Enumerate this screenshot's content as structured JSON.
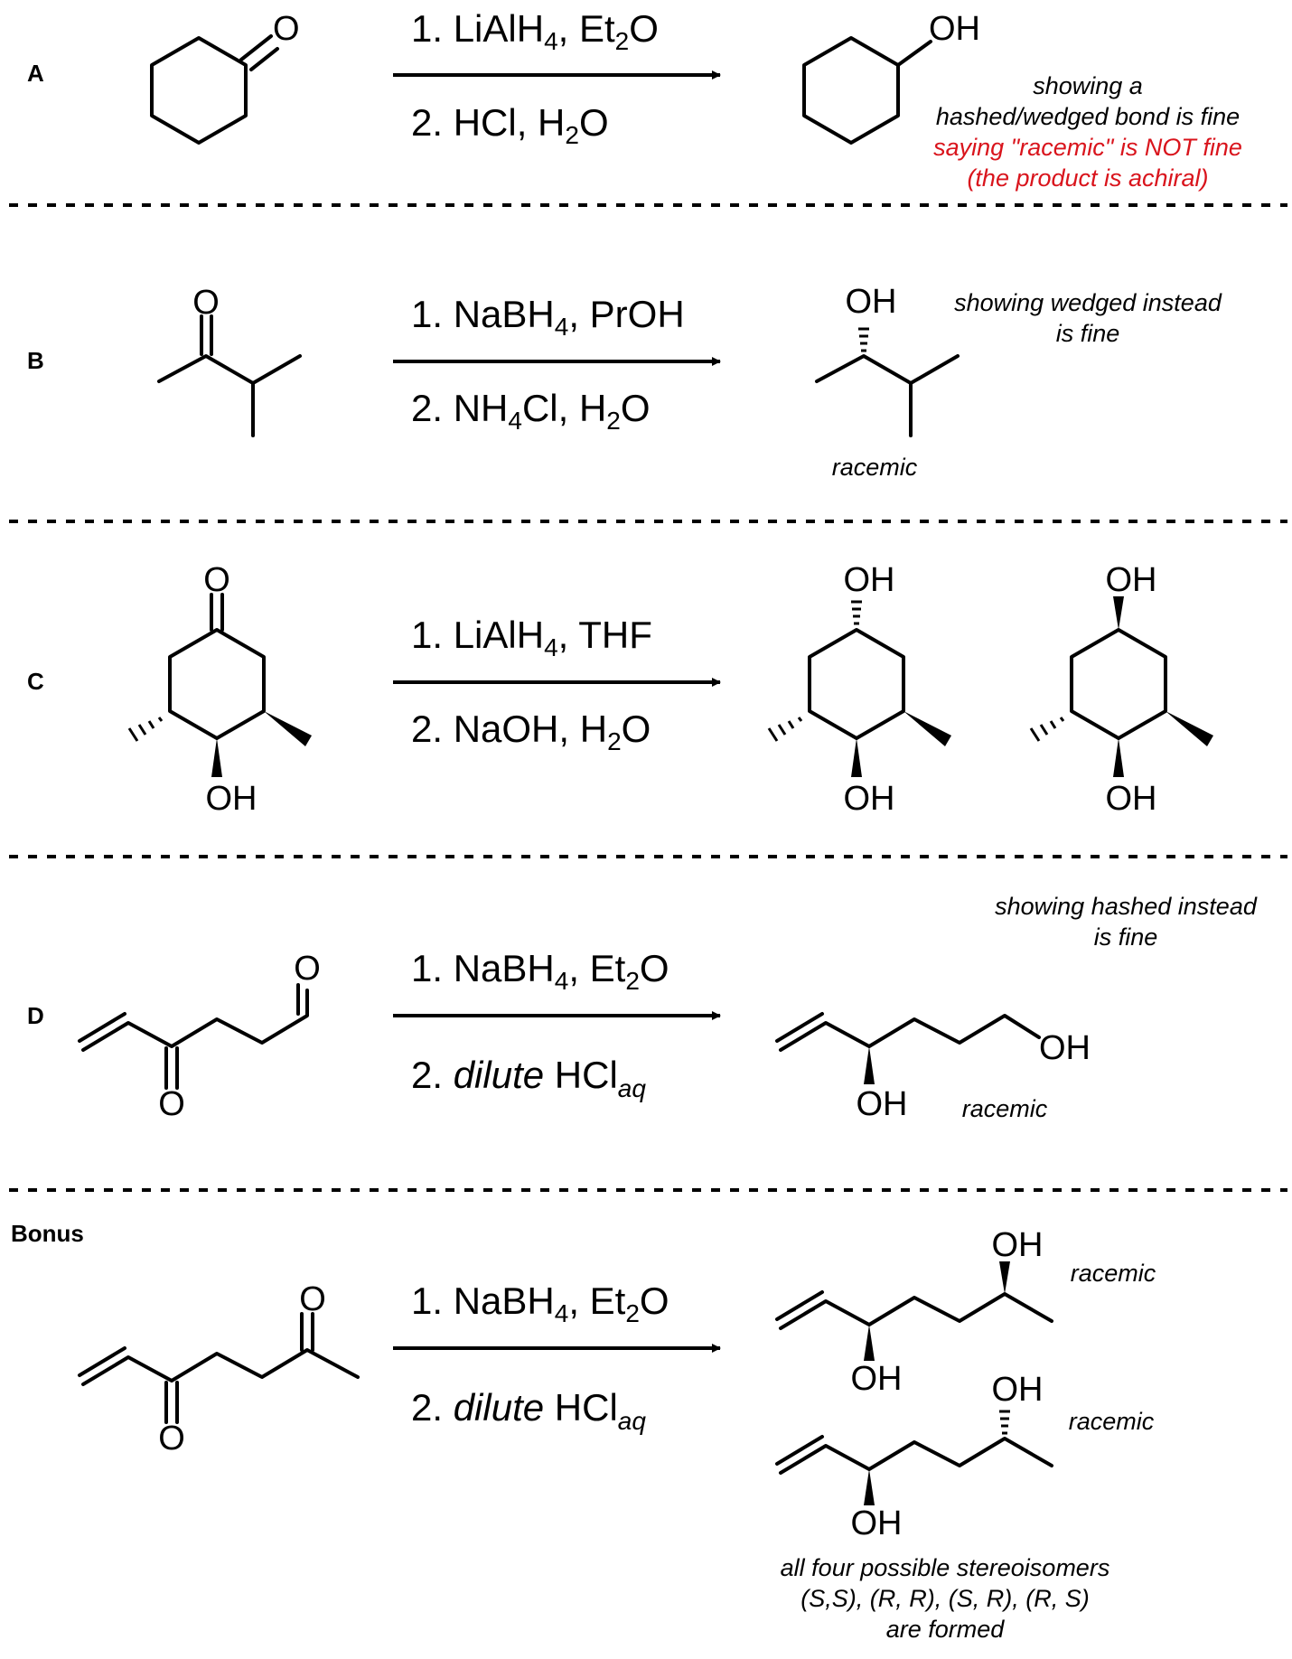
{
  "colors": {
    "ink": "#000000",
    "warning": "#d9141c",
    "background": "#ffffff"
  },
  "problems": [
    {
      "label": "A",
      "reagent1": {
        "prefix": "1. LiAlH",
        "sub": "4",
        "mid": ", Et",
        "sub2": "2",
        "suffix": "O"
      },
      "reagent2": {
        "prefix": "2. HCl, H",
        "sub": "2",
        "suffix": "O"
      },
      "notes": [
        "showing a",
        "hashed/wedged bond is fine"
      ],
      "warnings": [
        "saying \"racemic\" is NOT fine",
        "(the product is achiral)"
      ]
    },
    {
      "label": "B",
      "reagent1": {
        "prefix": "1. NaBH",
        "sub": "4",
        "suffix": ", PrOH"
      },
      "reagent2": {
        "prefix": "2. NH",
        "sub": "4",
        "mid": "Cl, H",
        "sub2": "2",
        "suffix": "O"
      },
      "notes": [
        "showing wedged instead",
        "is fine"
      ],
      "racemic": "racemic"
    },
    {
      "label": "C",
      "reagent1": {
        "prefix": "1. LiAlH",
        "sub": "4",
        "suffix": ", THF"
      },
      "reagent2": {
        "prefix": "2. NaOH, H",
        "sub": "2",
        "suffix": "O"
      }
    },
    {
      "label": "D",
      "reagent1": {
        "prefix": "1. NaBH",
        "sub": "4",
        "mid": ", Et",
        "sub2": "2",
        "suffix": "O"
      },
      "reagent2": {
        "prefix": "2. ",
        "italic": "dilute",
        "mid": " HCl",
        "sub": "aq"
      },
      "notes": [
        "showing hashed instead",
        "is fine"
      ],
      "racemic": "racemic"
    },
    {
      "label": "Bonus",
      "reagent1": {
        "prefix": "1. NaBH",
        "sub": "4",
        "mid": ", Et",
        "sub2": "2",
        "suffix": "O"
      },
      "reagent2": {
        "prefix": "2. ",
        "italic": "dilute",
        "mid": " HCl",
        "sub": "aq"
      },
      "racemic1": "racemic",
      "racemic2": "racemic",
      "notes": [
        "all four possible stereoisomers",
        "(S,S), (R, R), (S, R), (R, S)",
        "are formed"
      ]
    }
  ],
  "atoms": {
    "oxygen": "O",
    "hydroxyl": "OH"
  }
}
